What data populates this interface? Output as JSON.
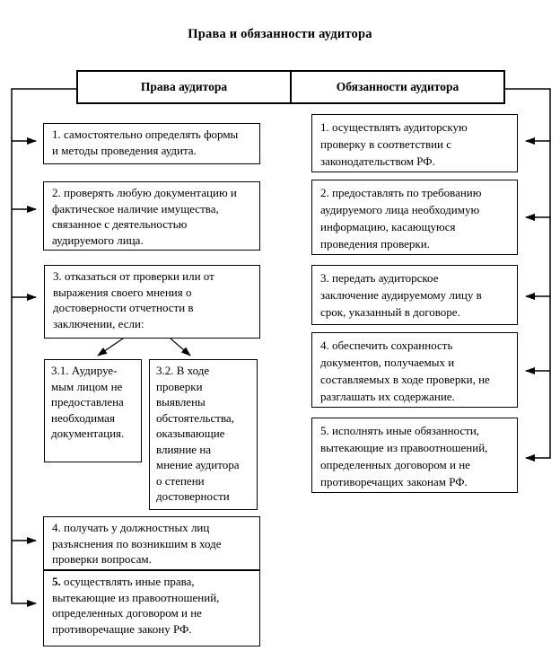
{
  "title": "Права и обязанности аудитора",
  "header": {
    "left": "Права аудитора",
    "right": "Обязанности аудитора"
  },
  "rights": {
    "box1": "1. самостоятельно определять формы\nи методы проведения аудита.",
    "box2": "2. проверять любую документацию и\nфактическое наличие имущества,\nсвязанное с деятельностью\nаудируемого лица.",
    "box3": "3. отказаться от проверки или от\nвыражения своего мнения о\nдостоверности отчетности в\nзаключении, если:",
    "box3_1": "3.1. Аудируе-\nмым лицом не\nпредоставлена\nнеобходимая\nдокументация.",
    "box3_2": "3.2. В ходе\nпроверки\nвыявлены\nобстоятельства,\nоказывающие\nвлияние на\nмнение аудитора\nо степени\nдостоверности",
    "box4": "4. получать у должностных лиц\nразъяснения по возникшим в ходе\nпроверки вопросам.",
    "box5_num": "5.",
    "box5": "осуществлять иные права,\nвытекающие из правоотношений,\nопределенных договором и не\nпротиворечащие закону РФ."
  },
  "duties": {
    "box1": "1. осуществлять аудиторскую\nпроверку в соответствии с\nзаконодательством РФ.",
    "box2": "2. предоставлять по требованию\nаудируемого лица необходимую\nинформацию, касающуюся\nпроведения проверки.",
    "box3": "3. передать аудиторское\nзаключение аудируемому лицу в\nсрок, указанный в договоре.",
    "box4": "4. обеспечить сохранность\nдокументов, получаемых и\nсоставляемых в ходе проверки, не\nразглашать их содержание.",
    "box5": "5. исполнять иные обязанности,\nвытекающие из правоотношений,\nопределенных договором и не\nпротиворечащих законам РФ."
  },
  "colors": {
    "ink": "#000000",
    "background": "#ffffff"
  }
}
